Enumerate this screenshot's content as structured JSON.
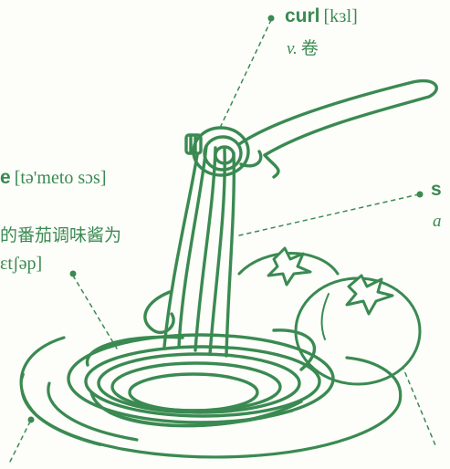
{
  "colors": {
    "ink": "#3a8a52",
    "background": "#fdfdf9"
  },
  "labels": {
    "curl": {
      "word": "curl",
      "ipa": "[kɜl]",
      "pos": "v.",
      "meaning": "卷"
    },
    "tomato_sauce": {
      "word_fragment": "e",
      "ipa": "[tə'meto sɔs]"
    },
    "ketchup": {
      "meaning_fragment": "的番茄调味酱为",
      "ipa_fragment": "ɛtʃəp]"
    },
    "right_word": {
      "fragment": "s",
      "sub_fragment": "a"
    }
  }
}
